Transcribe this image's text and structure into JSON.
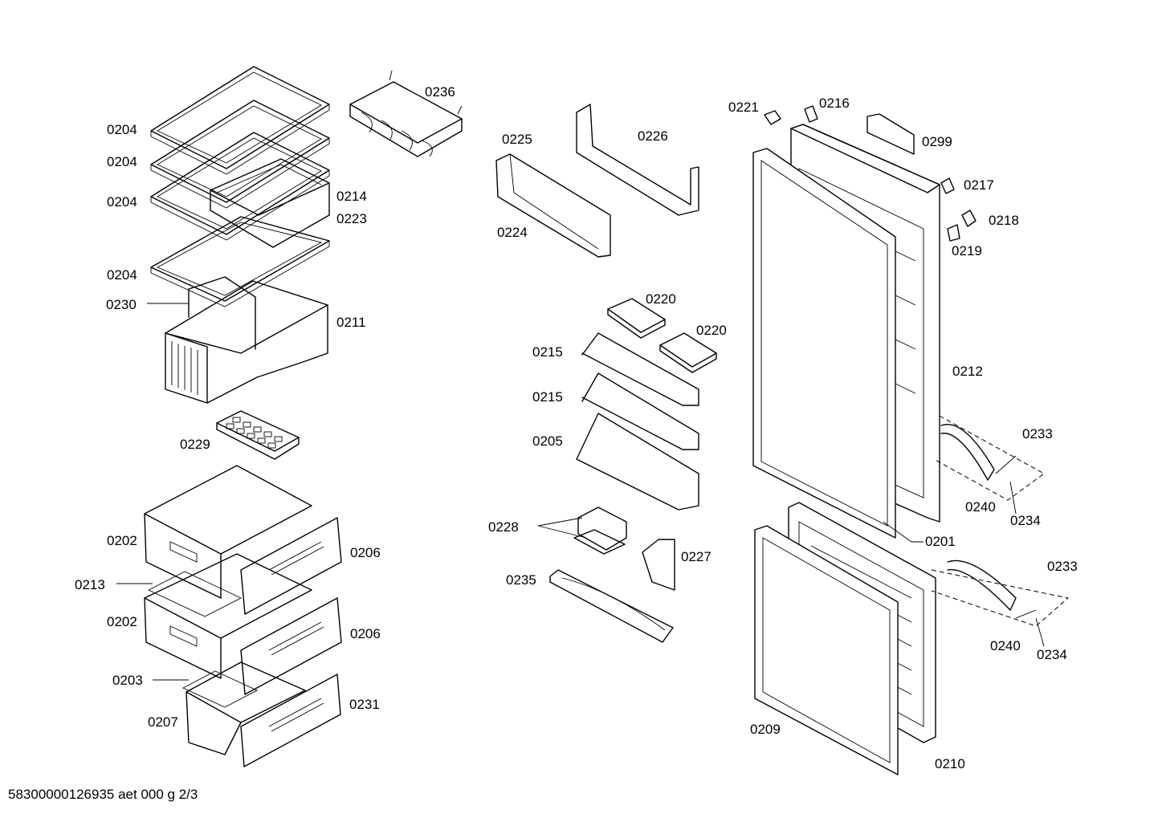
{
  "callouts": [
    "0204",
    "0204",
    "0204",
    "0204",
    "0236",
    "0214",
    "0223",
    "0230",
    "0211",
    "0229",
    "0202",
    "0206",
    "0213",
    "0202",
    "0206",
    "0203",
    "0231",
    "0207",
    "0225",
    "0226",
    "0224",
    "0220",
    "0220",
    "0215",
    "0215",
    "0205",
    "0228",
    "0227",
    "0235",
    "0221",
    "0216",
    "0299",
    "0217",
    "0218",
    "0219",
    "0212",
    "0233",
    "0240",
    "0234",
    "0201",
    "0233",
    "0240",
    "0234",
    "0209",
    "0210"
  ],
  "footer": "58300000126935 aet 000 g 2/3",
  "colors": {
    "line": "#000000",
    "background": "#ffffff"
  }
}
